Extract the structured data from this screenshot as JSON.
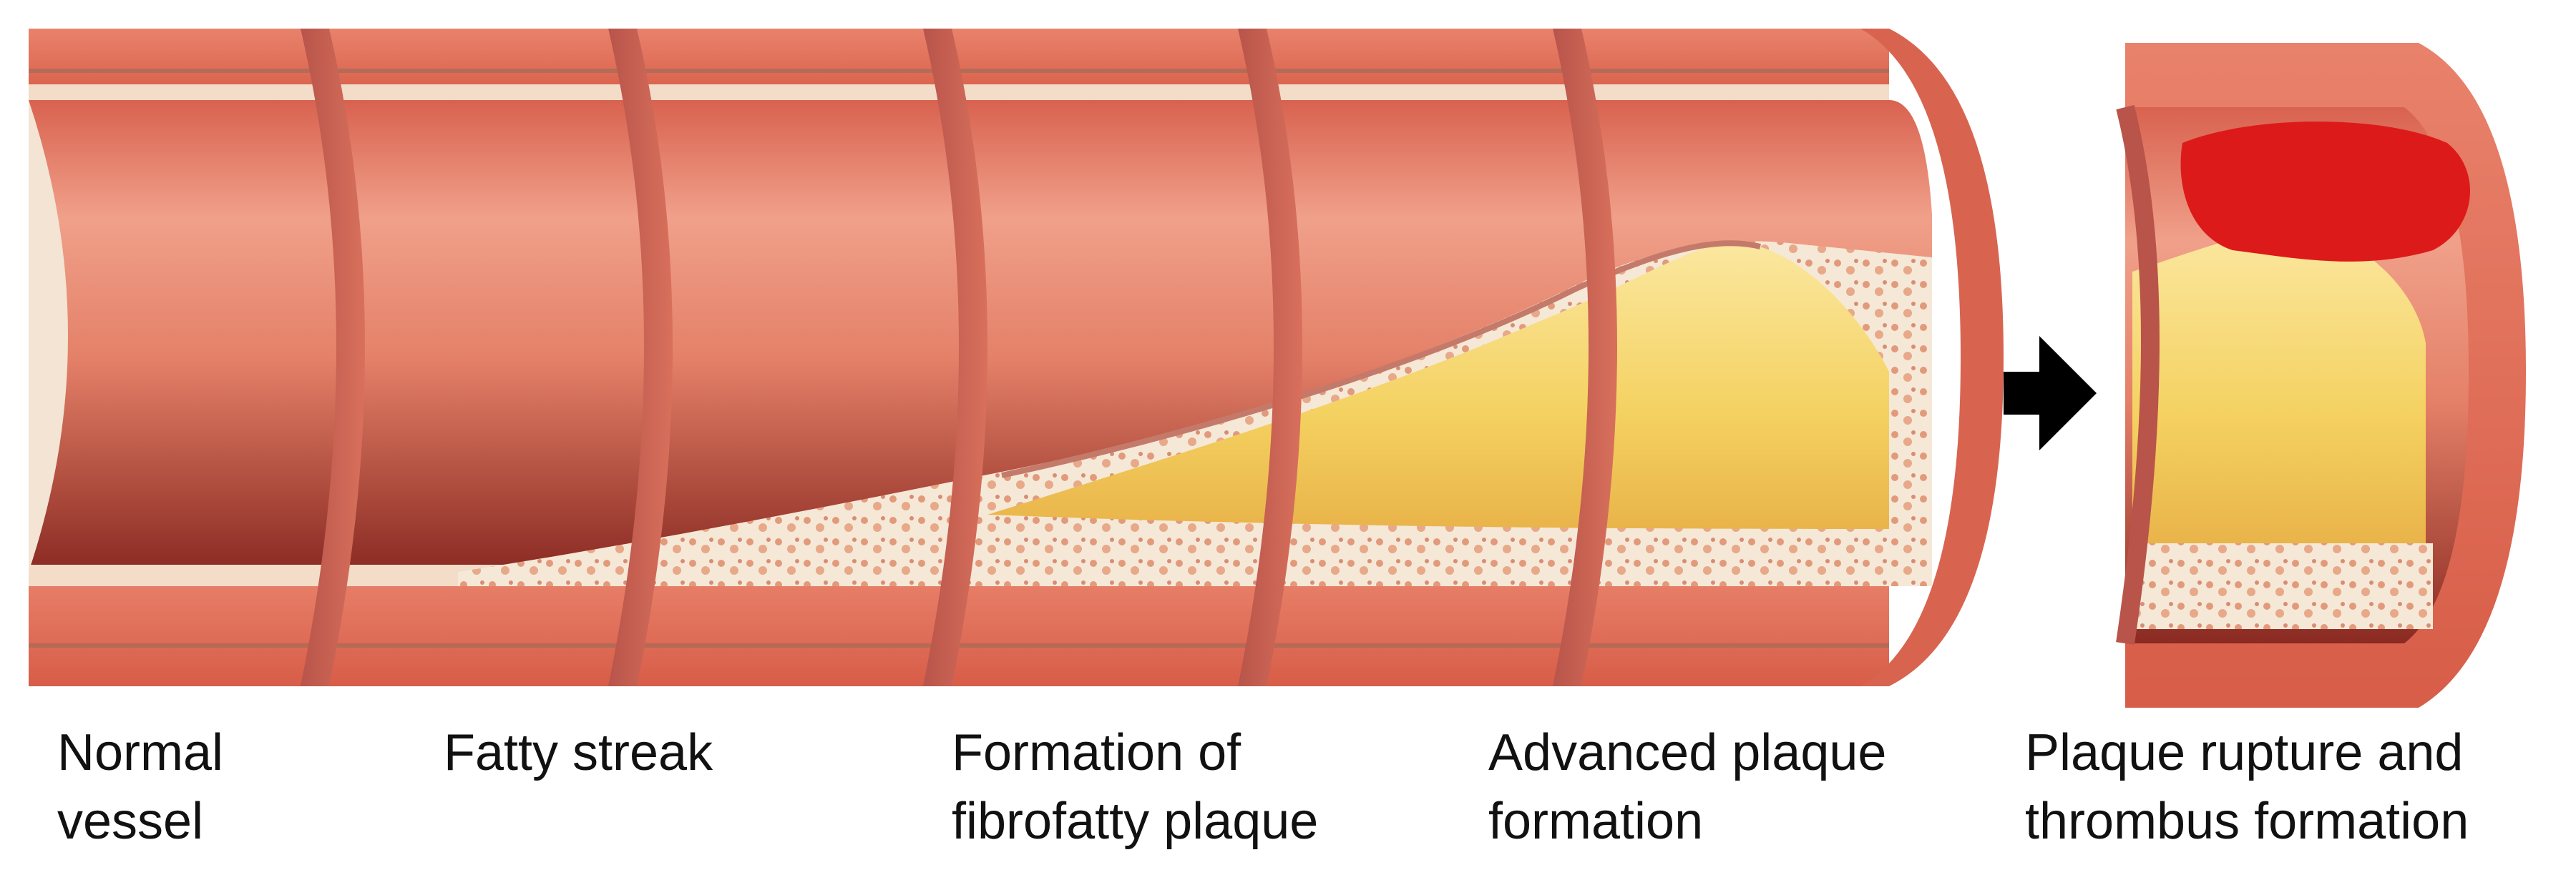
{
  "stages": [
    {
      "id": "normal",
      "lines": [
        "Normal",
        "vessel"
      ]
    },
    {
      "id": "fatty-streak",
      "lines": [
        "Fatty streak"
      ]
    },
    {
      "id": "fibrofatty",
      "lines": [
        "Formation of",
        "fibrofatty plaque"
      ]
    },
    {
      "id": "advanced",
      "lines": [
        "Advanced plaque",
        "formation"
      ]
    },
    {
      "id": "rupture",
      "lines": [
        "Plaque rupture and",
        "thrombus formation"
      ]
    }
  ],
  "icons": {
    "arrow": "right-arrow-icon"
  },
  "colors": {
    "vessel_wall": "#e06a55",
    "lumen": "#e8826a",
    "intima": "#f4e6d0",
    "plaque": "#f6d36a",
    "thrombus": "#dd1a1a",
    "arrow": "#000000"
  }
}
